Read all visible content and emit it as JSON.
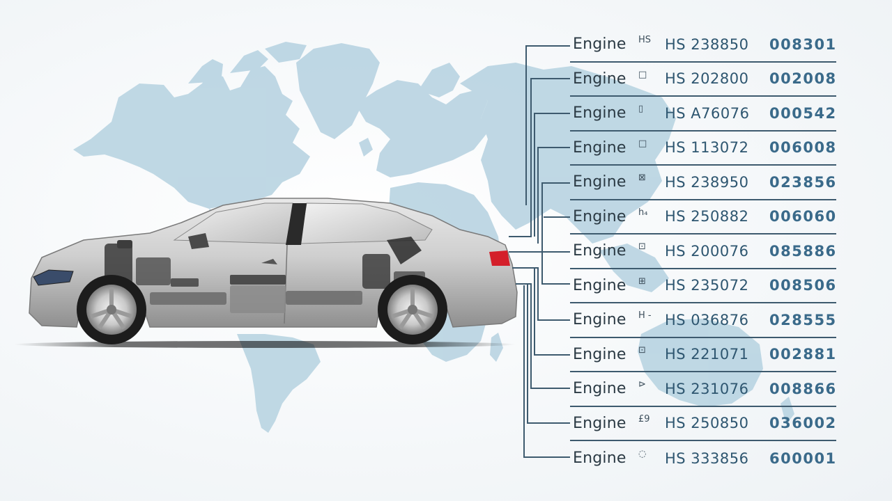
{
  "scene": {
    "background_color": "#f4f7f9",
    "map_color": "#bcd6e3",
    "line_color": "#3d5a6e",
    "car_body_color": "#c8c8c8",
    "tail_light_color": "#d41f2a"
  },
  "table": {
    "rows": [
      {
        "name": "Engine",
        "icon": "HS",
        "hs_code": "HS 238850",
        "code": "008301"
      },
      {
        "name": "Engine",
        "icon": "□",
        "hs_code": "HS 202800",
        "code": "002008"
      },
      {
        "name": "Engine",
        "icon": "▯",
        "hs_code": "HS A76076",
        "code": "000542"
      },
      {
        "name": "Engine",
        "icon": "□",
        "hs_code": "HS 113072",
        "code": "006008"
      },
      {
        "name": "Engine",
        "icon": "⊠",
        "hs_code": "HS 238950",
        "code": "023856"
      },
      {
        "name": "Engine",
        "icon": "h₄",
        "hs_code": "HS 250882",
        "code": "006060"
      },
      {
        "name": "Engine",
        "icon": "⊡",
        "hs_code": "HS 200076",
        "code": "085886"
      },
      {
        "name": "Engine",
        "icon": "⊞",
        "hs_code": "HS 235072",
        "code": "008506"
      },
      {
        "name": "Engine",
        "icon": "H -",
        "hs_code": "HS 036876",
        "code": "028555"
      },
      {
        "name": "Engine",
        "icon": "⊡",
        "hs_code": "HS 221071",
        "code": "002881"
      },
      {
        "name": "Engine",
        "icon": "⊳",
        "hs_code": "HS 231076",
        "code": "008866"
      },
      {
        "name": "Engine",
        "icon": "£9",
        "hs_code": "HS 250850",
        "code": "036002"
      },
      {
        "name": "Engine",
        "icon": "◌",
        "hs_code": "HS 333856",
        "code": "600001"
      }
    ]
  }
}
